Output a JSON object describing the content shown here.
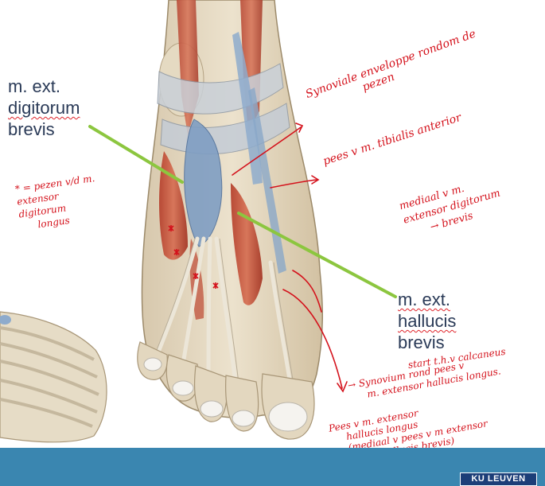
{
  "labels": {
    "ext_digitorum_brevis": [
      "m. ext.",
      "digitorum",
      "brevis"
    ],
    "ext_hallucis_brevis": [
      "m. ext.",
      "hallucis",
      "brevis"
    ]
  },
  "annotations": {
    "synoviale": [
      "Synoviale enveloppe rondom de",
      "pezen"
    ],
    "tibialis": "pees v m. tibialis anterior",
    "pezen_list": [
      "* = pezen v/d m.",
      "extensor",
      "digitorum",
      "longus"
    ],
    "mediaal": [
      "mediaal v m.",
      "extensor digitorum",
      "→ brevis"
    ],
    "start": "start t.h.v calcaneus",
    "synovium": [
      "→ Synovium rond pees v",
      "m. extensor hallucis longus."
    ],
    "pees_hallucis": [
      "Pees v m. extensor",
      "hallucis longus",
      "(mediaal v pees v m extensor",
      "hallucis brevis)"
    ]
  },
  "logo": {
    "text": "KU LEUVEN"
  },
  "colors": {
    "pointer": "#8cc63f",
    "footer": "#3a86b0",
    "ink": "#d4111b",
    "label": "#2a3a57"
  }
}
